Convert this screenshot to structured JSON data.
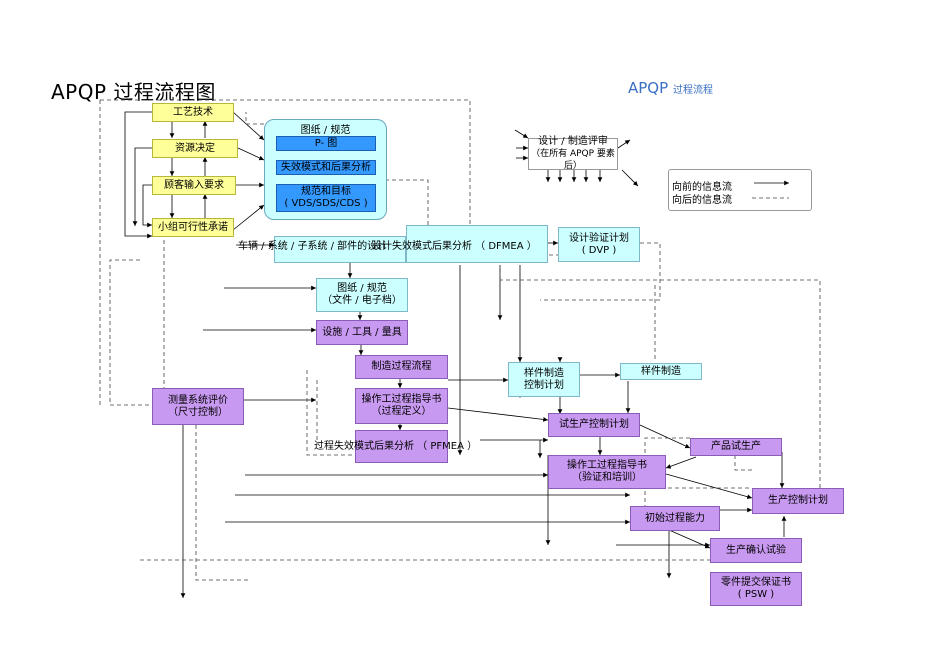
{
  "title": "APQP 过程流程图",
  "subtitle": {
    "main": "APQP",
    "small": "过程流程"
  },
  "nodes": {
    "process_tech": "工艺技术",
    "resource_decision": "资源决定",
    "customer_input": "顾客输入要求",
    "team_feasibility": "小组可行性承诺",
    "drawing_spec_top": "图纸 / 规范",
    "p_diagram": "P- 图",
    "fmea_box": "失效模式和后果分析",
    "spec_target_1": "规范和目标",
    "spec_target_2": "( VDS/SDS/CDS )",
    "vehicle_system": "车辆 / 系统 / 子系统 / 部件的设计",
    "dfmea": "设计失效模式后果分析 （ DFMEA ）",
    "design_verification_1": "设计验证计划",
    "design_verification_2": "( DVP )",
    "design_review_1": "设计 / 制造评审",
    "design_review_2": "（在所有 APQP 要素后）",
    "drawing_spec_doc_1": "图纸 / 规范",
    "drawing_spec_doc_2": "（文件 / 电子档）",
    "facilities": "设施 / 工具 / 量具",
    "process_flow": "制造过程流程",
    "work_instruction_1": "操作工过程指导书",
    "work_instruction_2": "（过程定义）",
    "pfmea": "过程失效模式后果分析 （ PFMEA ）",
    "msa_1": "测量系统评价",
    "msa_2": "（尺寸控制）",
    "prototype_control_1": "样件制造",
    "prototype_control_2": "控制计划",
    "prototype_build": "样件制造",
    "pilot_control_plan": "试生产控制计划",
    "product_trial": "产品试生产",
    "work_instruction_v1": "操作工过程指导书",
    "work_instruction_v2": "（验证和培训）",
    "production_control": "生产控制计划",
    "initial_capability": "初始过程能力",
    "production_validation": "生产确认试验",
    "psw_1": "零件提交保证书",
    "psw_2": "( PSW )"
  },
  "legend": {
    "forward": "向前的信息流",
    "backward": "向后的信息流"
  },
  "colors": {
    "yellow": "#ffff99",
    "cyan": "#ccffff",
    "purple": "#c899f0",
    "blue": "#3399ff",
    "title_blue": "#3a6fc4"
  }
}
